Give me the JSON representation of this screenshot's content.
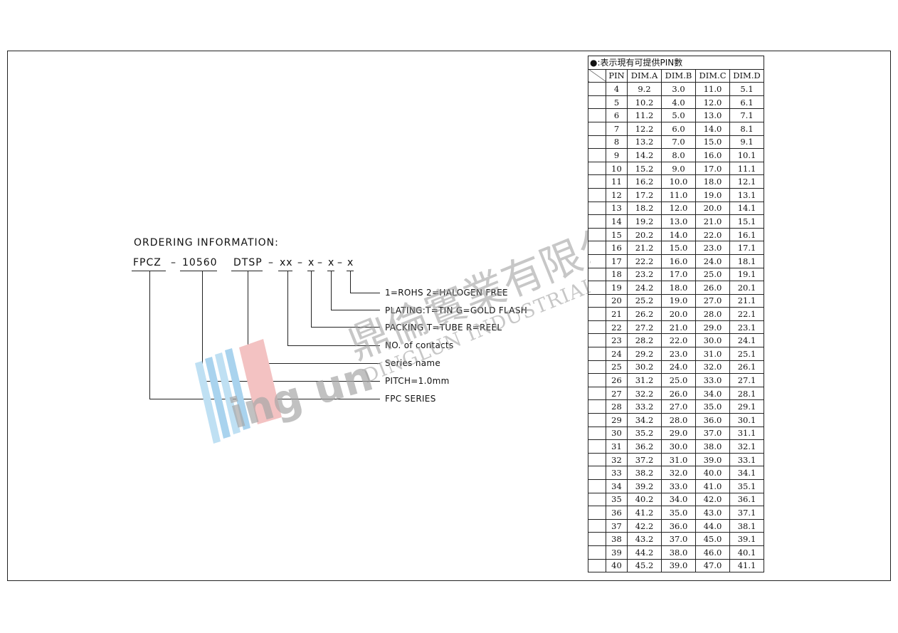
{
  "ordering": {
    "title": "ORDERING INFORMATION:",
    "part_number": {
      "series": "FPCZ",
      "pitch_code": "10560",
      "type": "DTSP",
      "contacts": "xx",
      "packing": "x",
      "plating": "x",
      "rohs": "x",
      "dash": "–"
    },
    "legend": [
      "1=ROHS 2=HALOGEN FREE",
      "PLATING:T=TIN G=GOLD FLASH",
      "PACKING T=TUBE R=REEL",
      "NO. of contacts",
      "Series name",
      "PITCH=1.0mm",
      "FPC SERIES"
    ]
  },
  "watermark": {
    "chinese": "鼎倫實業有限公司",
    "english": "DINGLUN INDUSTRIAL GROUP",
    "logo": "ing un"
  },
  "table": {
    "note_symbol": "●",
    "note": ":表示現有可提供PIN數",
    "headers": [
      "PIN",
      "DIM.A",
      "DIM.B",
      "DIM.C",
      "DIM.D"
    ],
    "rows": [
      [
        "4",
        "9.2",
        "3.0",
        "11.0",
        "5.1"
      ],
      [
        "5",
        "10.2",
        "4.0",
        "12.0",
        "6.1"
      ],
      [
        "6",
        "11.2",
        "5.0",
        "13.0",
        "7.1"
      ],
      [
        "7",
        "12.2",
        "6.0",
        "14.0",
        "8.1"
      ],
      [
        "8",
        "13.2",
        "7.0",
        "15.0",
        "9.1"
      ],
      [
        "9",
        "14.2",
        "8.0",
        "16.0",
        "10.1"
      ],
      [
        "10",
        "15.2",
        "9.0",
        "17.0",
        "11.1"
      ],
      [
        "11",
        "16.2",
        "10.0",
        "18.0",
        "12.1"
      ],
      [
        "12",
        "17.2",
        "11.0",
        "19.0",
        "13.1"
      ],
      [
        "13",
        "18.2",
        "12.0",
        "20.0",
        "14.1"
      ],
      [
        "14",
        "19.2",
        "13.0",
        "21.0",
        "15.1"
      ],
      [
        "15",
        "20.2",
        "14.0",
        "22.0",
        "16.1"
      ],
      [
        "16",
        "21.2",
        "15.0",
        "23.0",
        "17.1"
      ],
      [
        "17",
        "22.2",
        "16.0",
        "24.0",
        "18.1"
      ],
      [
        "18",
        "23.2",
        "17.0",
        "25.0",
        "19.1"
      ],
      [
        "19",
        "24.2",
        "18.0",
        "26.0",
        "20.1"
      ],
      [
        "20",
        "25.2",
        "19.0",
        "27.0",
        "21.1"
      ],
      [
        "21",
        "26.2",
        "20.0",
        "28.0",
        "22.1"
      ],
      [
        "22",
        "27.2",
        "21.0",
        "29.0",
        "23.1"
      ],
      [
        "23",
        "28.2",
        "22.0",
        "30.0",
        "24.1"
      ],
      [
        "24",
        "29.2",
        "23.0",
        "31.0",
        "25.1"
      ],
      [
        "25",
        "30.2",
        "24.0",
        "32.0",
        "26.1"
      ],
      [
        "26",
        "31.2",
        "25.0",
        "33.0",
        "27.1"
      ],
      [
        "27",
        "32.2",
        "26.0",
        "34.0",
        "28.1"
      ],
      [
        "28",
        "33.2",
        "27.0",
        "35.0",
        "29.1"
      ],
      [
        "29",
        "34.2",
        "28.0",
        "36.0",
        "30.1"
      ],
      [
        "30",
        "35.2",
        "29.0",
        "37.0",
        "31.1"
      ],
      [
        "31",
        "36.2",
        "30.0",
        "38.0",
        "32.1"
      ],
      [
        "32",
        "37.2",
        "31.0",
        "39.0",
        "33.1"
      ],
      [
        "33",
        "38.2",
        "32.0",
        "40.0",
        "34.1"
      ],
      [
        "34",
        "39.2",
        "33.0",
        "41.0",
        "35.1"
      ],
      [
        "35",
        "40.2",
        "34.0",
        "42.0",
        "36.1"
      ],
      [
        "36",
        "41.2",
        "35.0",
        "43.0",
        "37.1"
      ],
      [
        "37",
        "42.2",
        "36.0",
        "44.0",
        "38.1"
      ],
      [
        "38",
        "43.2",
        "37.0",
        "45.0",
        "39.1"
      ],
      [
        "39",
        "44.2",
        "38.0",
        "46.0",
        "40.1"
      ],
      [
        "40",
        "45.2",
        "39.0",
        "47.0",
        "41.1"
      ]
    ]
  }
}
